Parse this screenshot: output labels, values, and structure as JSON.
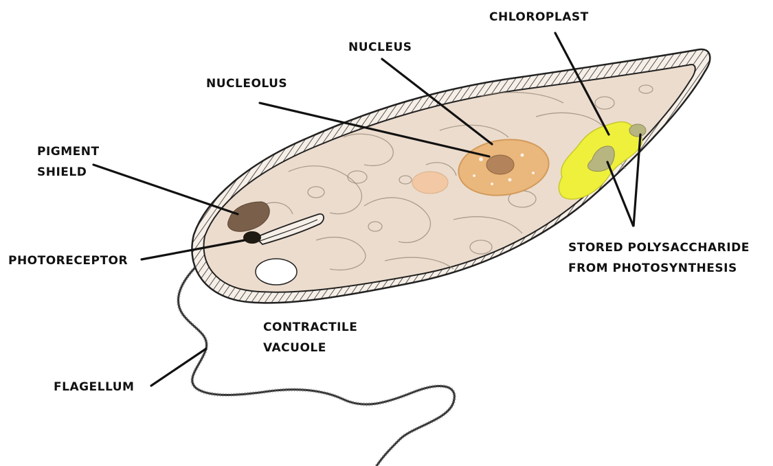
{
  "labels": {
    "chloroplast": "CHLOROPLAST",
    "nucleus": "NUCLEUS",
    "nucleolus": "NUCLEOLUS",
    "pigment_shield_line1": "PIGMENT",
    "pigment_shield_line2": "SHIELD",
    "photoreceptor": "PHOTORECEPTOR",
    "stored_polysaccharide_line1": "STORED POLYSACCHARIDE",
    "stored_polysaccharide_line2": "FROM PHOTOSYNTHESIS",
    "contractile_vacuole_line1": "CONTRACTILE",
    "contractile_vacuole_line2": "VACUOLE",
    "flagellum": "FLAGELLUM"
  },
  "colors": {
    "background": "#ffffff",
    "cytoplasm": "#ecdccd",
    "pellicle": "#f4ece4",
    "pellicle_hatch": "#2a2a2a",
    "nucleus": "#eab77c",
    "nucleolus": "#b3835b",
    "chloroplast": "#eef03c",
    "polysaccharide": "#b7b580",
    "pigment_shield": "#7a5f4a",
    "photoreceptor": "#1f1a12",
    "contractile_vacuole": "#ffffff",
    "small_vesicle": "#f2c9a4",
    "label_text": "#111111"
  }
}
